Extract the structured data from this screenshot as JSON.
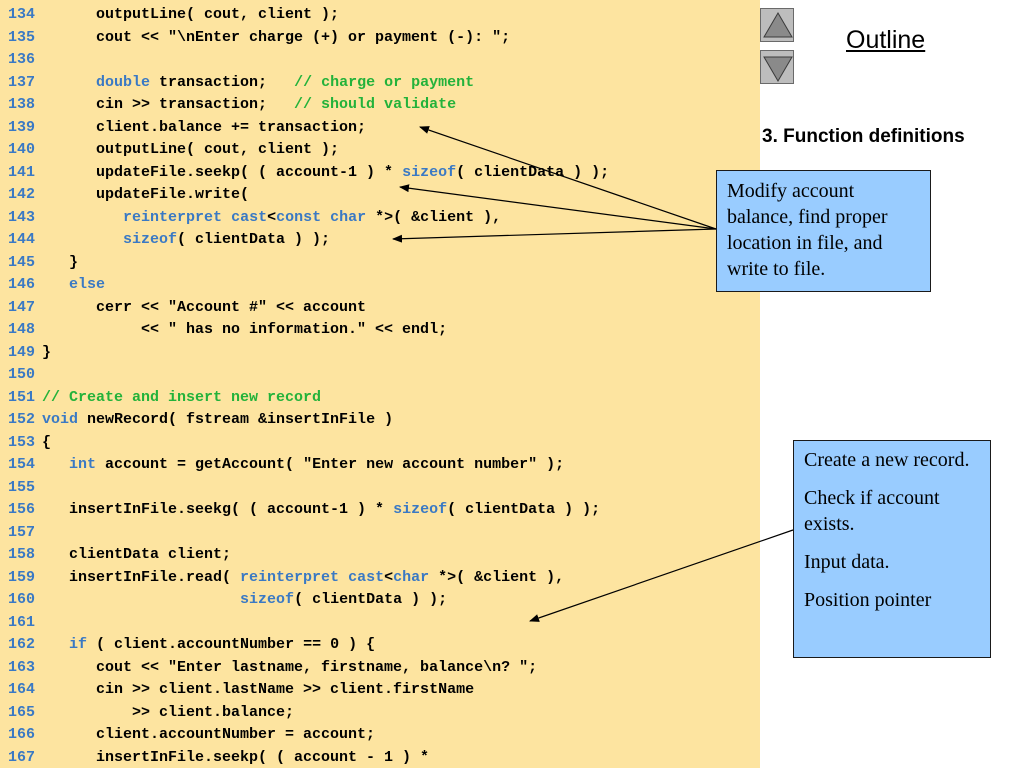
{
  "navigation": {
    "up_icon": "triangle-up-icon",
    "down_icon": "triangle-down-icon",
    "outline_label": "Outline"
  },
  "section_heading": "3. Function definitions",
  "code_lines": [
    {
      "num": "134",
      "tokens": [
        {
          "t": "      outputLine( cout, client );",
          "k": "n"
        }
      ]
    },
    {
      "num": "135",
      "tokens": [
        {
          "t": "      cout << \"\\nEnter charge (+) or payment (-): \";",
          "k": "n"
        }
      ]
    },
    {
      "num": "136",
      "tokens": []
    },
    {
      "num": "137",
      "tokens": [
        {
          "t": "      ",
          "k": "n"
        },
        {
          "t": "double",
          "k": "k"
        },
        {
          "t": " transaction;   ",
          "k": "n"
        },
        {
          "t": "// charge or payment",
          "k": "c"
        }
      ]
    },
    {
      "num": "138",
      "tokens": [
        {
          "t": "      cin >> transaction;   ",
          "k": "n"
        },
        {
          "t": "// should validate",
          "k": "c"
        }
      ]
    },
    {
      "num": "139",
      "tokens": [
        {
          "t": "      client.balance += transaction;",
          "k": "n"
        }
      ]
    },
    {
      "num": "140",
      "tokens": [
        {
          "t": "      outputLine( cout, client );",
          "k": "n"
        }
      ]
    },
    {
      "num": "141",
      "tokens": [
        {
          "t": "      updateFile.seekp( ( account-1 ) * ",
          "k": "n"
        },
        {
          "t": "sizeof",
          "k": "k"
        },
        {
          "t": "( clientData ) );",
          "k": "n"
        }
      ]
    },
    {
      "num": "142",
      "tokens": [
        {
          "t": "      updateFile.write(",
          "k": "n"
        }
      ]
    },
    {
      "num": "143",
      "tokens": [
        {
          "t": "         ",
          "k": "n"
        },
        {
          "t": "reinterpret",
          "k": "k"
        },
        {
          "t": " ",
          "k": "n"
        },
        {
          "t": "cast",
          "k": "k"
        },
        {
          "t": "<",
          "k": "n"
        },
        {
          "t": "const",
          "k": "k"
        },
        {
          "t": " ",
          "k": "n"
        },
        {
          "t": "char",
          "k": "k"
        },
        {
          "t": " *>( &client ),",
          "k": "n"
        }
      ]
    },
    {
      "num": "144",
      "tokens": [
        {
          "t": "         ",
          "k": "n"
        },
        {
          "t": "sizeof",
          "k": "k"
        },
        {
          "t": "( clientData ) );",
          "k": "n"
        }
      ]
    },
    {
      "num": "145",
      "tokens": [
        {
          "t": "   }",
          "k": "n"
        }
      ]
    },
    {
      "num": "146",
      "tokens": [
        {
          "t": "   ",
          "k": "n"
        },
        {
          "t": "else",
          "k": "k"
        }
      ]
    },
    {
      "num": "147",
      "tokens": [
        {
          "t": "      cerr << \"Account #\" << account",
          "k": "n"
        }
      ]
    },
    {
      "num": "148",
      "tokens": [
        {
          "t": "           << \" has no information.\" << endl;",
          "k": "n"
        }
      ]
    },
    {
      "num": "149",
      "tokens": [
        {
          "t": "}",
          "k": "n"
        }
      ]
    },
    {
      "num": "150",
      "tokens": []
    },
    {
      "num": "151",
      "tokens": [
        {
          "t": "// Create and insert new record",
          "k": "c"
        }
      ]
    },
    {
      "num": "152",
      "tokens": [
        {
          "t": "void",
          "k": "k"
        },
        {
          "t": " newRecord( fstream &insertInFile )",
          "k": "n"
        }
      ]
    },
    {
      "num": "153",
      "tokens": [
        {
          "t": "{",
          "k": "n"
        }
      ]
    },
    {
      "num": "154",
      "tokens": [
        {
          "t": "   ",
          "k": "n"
        },
        {
          "t": "int",
          "k": "k"
        },
        {
          "t": " account = getAccount( \"Enter new account number\" );",
          "k": "n"
        }
      ]
    },
    {
      "num": "155",
      "tokens": []
    },
    {
      "num": "156",
      "tokens": [
        {
          "t": "   insertInFile.seekg( ( account-1 ) * ",
          "k": "n"
        },
        {
          "t": "sizeof",
          "k": "k"
        },
        {
          "t": "( clientData ) );",
          "k": "n"
        }
      ]
    },
    {
      "num": "157",
      "tokens": []
    },
    {
      "num": "158",
      "tokens": [
        {
          "t": "   clientData client;",
          "k": "n"
        }
      ]
    },
    {
      "num": "159",
      "tokens": [
        {
          "t": "   insertInFile.read( ",
          "k": "n"
        },
        {
          "t": "reinterpret",
          "k": "k"
        },
        {
          "t": " ",
          "k": "n"
        },
        {
          "t": "cast",
          "k": "k"
        },
        {
          "t": "<",
          "k": "n"
        },
        {
          "t": "char",
          "k": "k"
        },
        {
          "t": " *>( &client ),",
          "k": "n"
        }
      ]
    },
    {
      "num": "160",
      "tokens": [
        {
          "t": "                      ",
          "k": "n"
        },
        {
          "t": "sizeof",
          "k": "k"
        },
        {
          "t": "( clientData ) );",
          "k": "n"
        }
      ]
    },
    {
      "num": "161",
      "tokens": []
    },
    {
      "num": "162",
      "tokens": [
        {
          "t": "   ",
          "k": "n"
        },
        {
          "t": "if",
          "k": "k"
        },
        {
          "t": " ( client.accountNumber == 0 ) {",
          "k": "n"
        }
      ]
    },
    {
      "num": "163",
      "tokens": [
        {
          "t": "      cout << \"Enter lastname, firstname, balance\\n? \";",
          "k": "n"
        }
      ]
    },
    {
      "num": "164",
      "tokens": [
        {
          "t": "      cin >> client.lastName >> client.firstName",
          "k": "n"
        }
      ]
    },
    {
      "num": "165",
      "tokens": [
        {
          "t": "          >> client.balance;",
          "k": "n"
        }
      ]
    },
    {
      "num": "166",
      "tokens": [
        {
          "t": "      client.accountNumber = account;",
          "k": "n"
        }
      ]
    },
    {
      "num": "167",
      "tokens": [
        {
          "t": "      insertInFile.seekp( ( account - 1 ) *",
          "k": "n"
        }
      ]
    }
  ],
  "callouts": [
    {
      "paragraphs": [
        "Modify account balance, find proper location in file, and write to file."
      ]
    },
    {
      "paragraphs": [
        "Create a new record.",
        "Check if account exists.",
        "Input data.",
        "Position pointer"
      ]
    }
  ]
}
